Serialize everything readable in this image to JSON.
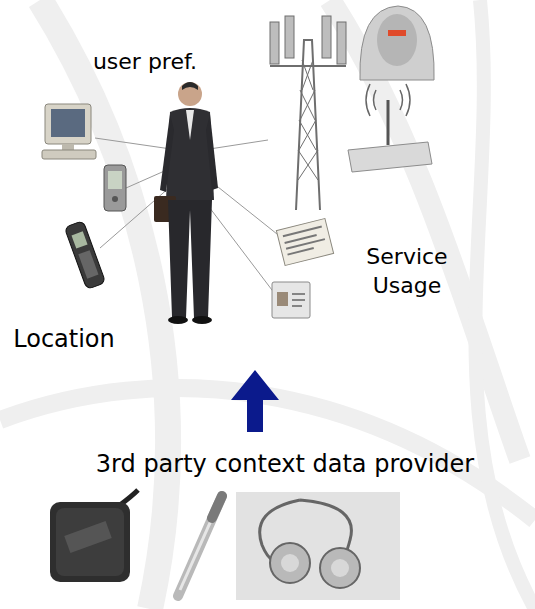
{
  "diagram": {
    "labels": [
      "user pref.",
      "Service Usage",
      "Location",
      "3rd party context data provider"
    ]
  }
}
